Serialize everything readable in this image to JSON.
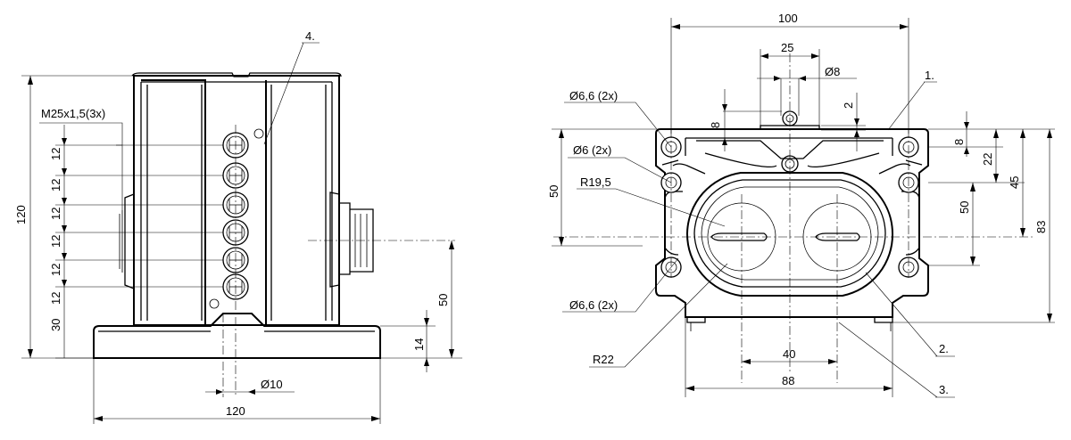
{
  "side_view": {
    "thread_callout": "M25x1,5(3x)",
    "height_overall": "120",
    "pitch_labels": [
      "12",
      "12",
      "12",
      "12",
      "12",
      "12"
    ],
    "bottom_offset": "30",
    "base_height": "14",
    "axis_height": "50",
    "bore_diameter": "Ø10",
    "base_width": "120",
    "item_4": "4."
  },
  "front_view": {
    "width_top": "100",
    "spacing_top": "25",
    "pin_diameter": "Ø8",
    "dim_8_left": "8",
    "dim_2": "2",
    "item_1": "1.",
    "hole_top_left": "Ø6,6 (2x)",
    "hole_mid_left": "Ø6 (2x)",
    "radius_inner": "R19,5",
    "dim_50_left": "50",
    "hole_bottom_left": "Ø6,6 (2x)",
    "radius_outer": "R22",
    "dim_40": "40",
    "dim_88": "88",
    "dim_8_right": "8",
    "dim_22": "22",
    "dim_45": "45",
    "dim_50_right": "50",
    "dim_83": "83",
    "item_2": "2.",
    "item_3": "3."
  }
}
